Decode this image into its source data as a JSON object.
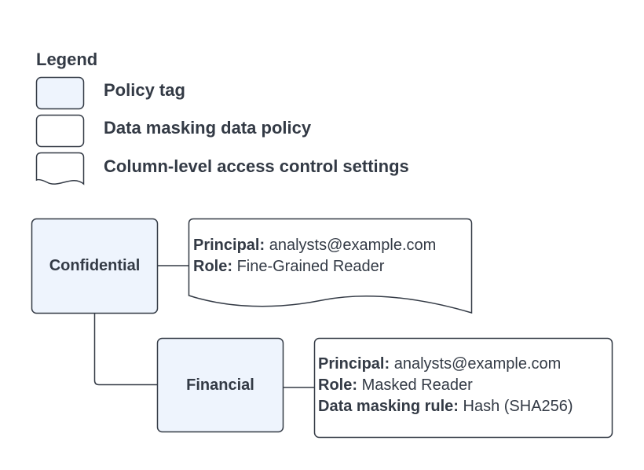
{
  "legend": {
    "title": "Legend",
    "items": [
      {
        "label": "Policy tag"
      },
      {
        "label": "Data masking data policy"
      },
      {
        "label": "Column-level access control settings"
      }
    ]
  },
  "colors": {
    "policy_tag_fill": "#eef4fd",
    "stroke": "#333a45",
    "background": "#ffffff"
  },
  "nodes": {
    "confidential": {
      "label": "Confidential",
      "settings": [
        {
          "key": "Principal:",
          "value": "analysts@example.com"
        },
        {
          "key": "Role:",
          "value": "Fine-Grained Reader"
        }
      ]
    },
    "financial": {
      "label": "Financial",
      "policy": [
        {
          "key": "Principal:",
          "value": "analysts@example.com"
        },
        {
          "key": "Role:",
          "value": "Masked Reader"
        },
        {
          "key": "Data masking rule:",
          "value": "Hash (SHA256)"
        }
      ]
    }
  }
}
